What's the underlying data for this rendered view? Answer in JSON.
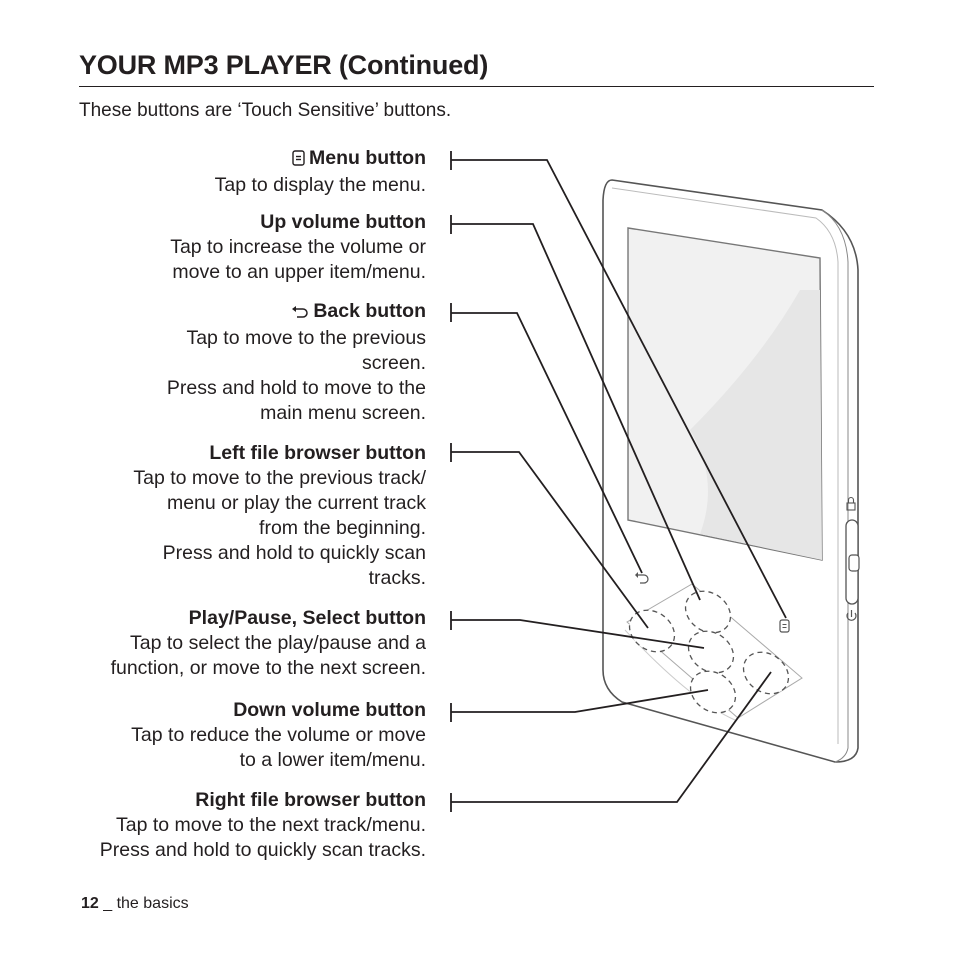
{
  "page": {
    "title": "YOUR MP3 PLAYER (Continued)",
    "intro": "These buttons are ‘Touch Sensitive’ buttons."
  },
  "buttons": [
    {
      "icon": "menu-icon",
      "name": "Menu button",
      "lines": [
        "Tap to display the menu."
      ]
    },
    {
      "icon": "",
      "name": "Up volume button",
      "lines": [
        "Tap to increase the volume or",
        "move to an upper item/menu."
      ]
    },
    {
      "icon": "back-icon",
      "name": "Back button",
      "lines": [
        "Tap to move to the previous",
        "screen.",
        "Press and hold to move to the",
        "main menu screen."
      ]
    },
    {
      "icon": "",
      "name": "Left file browser button",
      "lines": [
        "Tap to move to the previous track/",
        "menu or play the current track",
        "from the beginning.",
        "Press and hold to quickly scan",
        "tracks."
      ]
    },
    {
      "icon": "",
      "name": "Play/Pause, Select button",
      "lines": [
        "Tap to select the play/pause and a",
        "function, or move to the next screen."
      ]
    },
    {
      "icon": "",
      "name": "Down volume button",
      "lines": [
        "Tap to reduce the volume or move",
        "to a lower item/menu."
      ]
    },
    {
      "icon": "",
      "name": "Right file browser button",
      "lines": [
        "Tap to move to the next track/menu.",
        "Press and hold to quickly scan tracks."
      ]
    }
  ],
  "footer": {
    "page_number": "12",
    "section": " _ the basics"
  }
}
